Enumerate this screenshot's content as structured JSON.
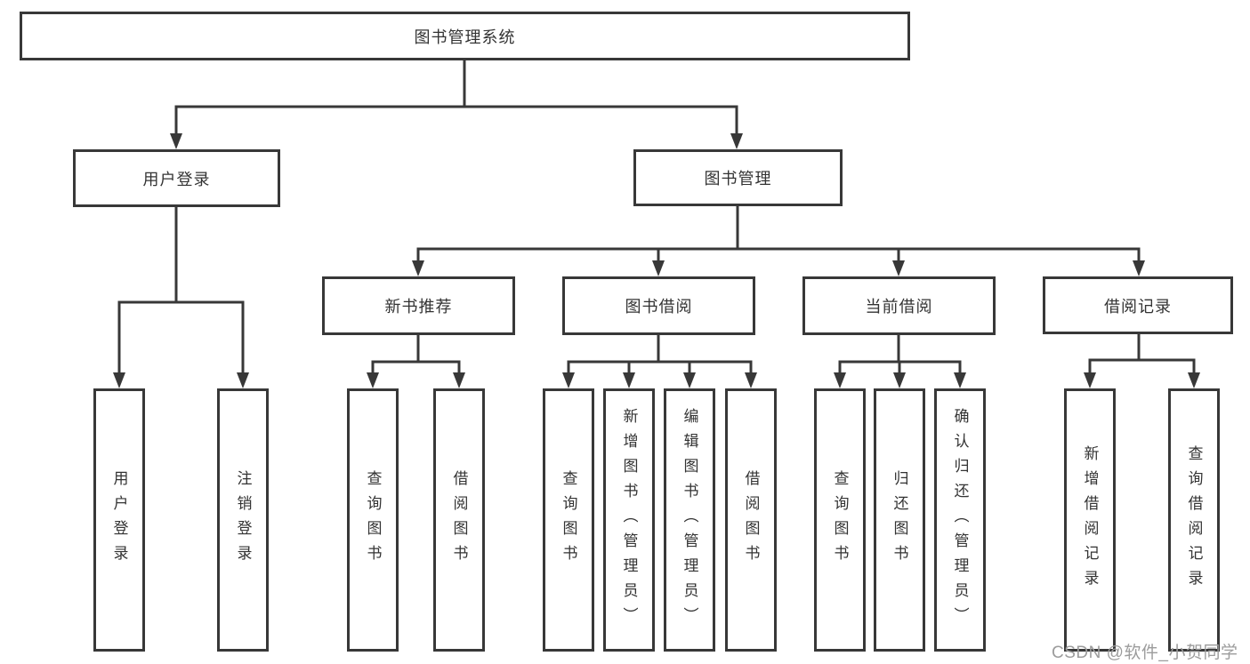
{
  "diagram": {
    "root": {
      "label": "图书管理系统",
      "children": [
        {
          "label": "用户登录",
          "children": [
            {
              "label": "用户登录"
            },
            {
              "label": "注销登录"
            }
          ]
        },
        {
          "label": "图书管理",
          "children": [
            {
              "label": "新书推荐",
              "children": [
                {
                  "label": "查询图书"
                },
                {
                  "label": "借阅图书"
                }
              ]
            },
            {
              "label": "图书借阅",
              "children": [
                {
                  "label": "查询图书"
                },
                {
                  "label": "新增图书（管理员）"
                },
                {
                  "label": "编辑图书（管理员）"
                },
                {
                  "label": "借阅图书"
                }
              ]
            },
            {
              "label": "当前借阅",
              "children": [
                {
                  "label": "查询图书"
                },
                {
                  "label": "归还图书"
                },
                {
                  "label": "确认归还（管理员）"
                }
              ]
            },
            {
              "label": "借阅记录",
              "children": [
                {
                  "label": "新增借阅记录"
                },
                {
                  "label": "查询借阅记录"
                }
              ]
            }
          ]
        }
      ]
    }
  },
  "watermark": {
    "text": "CSDN @软件_小贺同学"
  },
  "colors": {
    "line": "#383838",
    "text": "#333333",
    "watermark": "#9c9c9c",
    "background": "#ffffff"
  }
}
